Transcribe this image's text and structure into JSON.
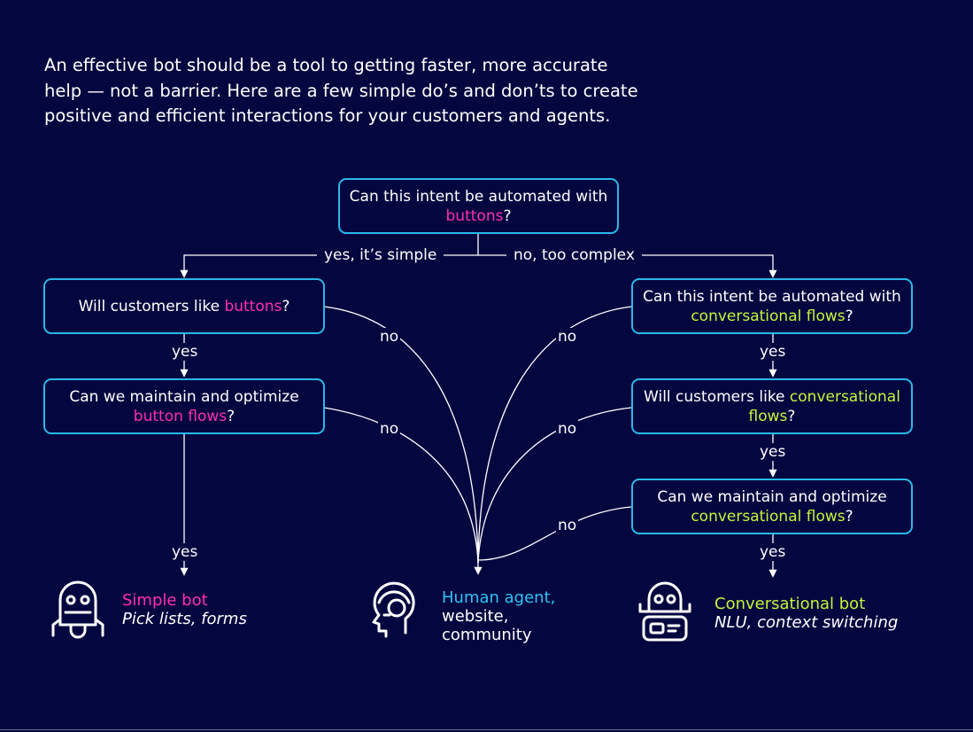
{
  "intro": "An effective bot should be a tool to getting faster, more accurate help — not a barrier. Here are a few simple do’s and don’ts to create positive and efficient interactions for your customers and agents.",
  "colors": {
    "background": "#04063f",
    "box_border": "#2ab8ea",
    "buttons_accent": "#ff2fb1",
    "conversational_accent": "#c3f53a",
    "human_accent": "#30c3f5"
  },
  "nodes": {
    "root": {
      "pre": "Can this intent be automated with ",
      "highlight": "buttons",
      "post": "?"
    },
    "buttons_like": {
      "pre": "Will customers like ",
      "highlight": "buttons",
      "post": "?"
    },
    "buttons_maintain": {
      "pre": "Can we maintain and optimize ",
      "highlight": "button flows",
      "post": "?"
    },
    "conv_automate": {
      "pre": "Can this intent be automated with ",
      "highlight": "conversational flows",
      "post": "?"
    },
    "conv_like": {
      "pre": "Will customers like ",
      "highlight": "conversational flows",
      "post": "?"
    },
    "conv_maintain": {
      "pre": "Can we maintain and optimize ",
      "highlight": "conversational flows",
      "post": "?"
    }
  },
  "edges": {
    "simple": "yes, it’s simple",
    "complex": "no, too complex",
    "yes": "yes",
    "no": "no"
  },
  "outcomes": {
    "simple_bot": {
      "title": "Simple bot",
      "subtitle": "Pick lists, forms",
      "icon": "simple-bot-icon"
    },
    "human": {
      "line1": "Human agent,",
      "line2": "website,",
      "line3": "community",
      "icon": "headset-agent-icon"
    },
    "conv_bot": {
      "title": "Conversational bot",
      "subtitle": "NLU, context switching",
      "icon": "conversational-bot-icon"
    }
  }
}
